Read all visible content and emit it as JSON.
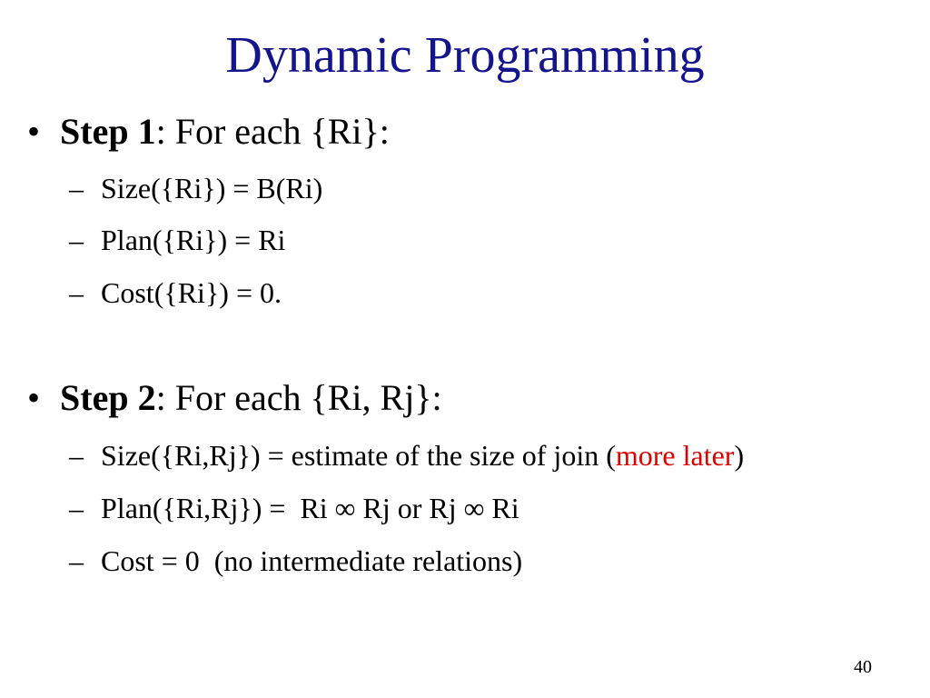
{
  "slide": {
    "title": "Dynamic Programming",
    "page_number": "40",
    "step1": {
      "bullet": "•",
      "label": "Step 1",
      "rest": ": For each {Ri}:",
      "items": [
        {
          "dash": "–",
          "text": "Size({Ri}) = B(Ri)"
        },
        {
          "dash": "–",
          "text": "Plan({Ri}) = Ri"
        },
        {
          "dash": "–",
          "text": "Cost({Ri}) = 0."
        }
      ]
    },
    "step2": {
      "bullet": "•",
      "label": "Step 2",
      "rest": ": For each {Ri, Rj}:",
      "items": [
        {
          "dash": "–",
          "text": "Size({Ri,Rj}) = estimate of the size of join (",
          "highlight": "more later",
          "after": ")"
        },
        {
          "dash": "–",
          "text": "Plan({Ri,Rj}) =  Ri ∞ Rj or Rj ∞ Ri"
        },
        {
          "dash": "–",
          "text": "Cost = 0  (no intermediate relations)"
        }
      ]
    },
    "colors": {
      "title": "#14148c",
      "highlight": "#e00000",
      "text": "#000000"
    }
  }
}
